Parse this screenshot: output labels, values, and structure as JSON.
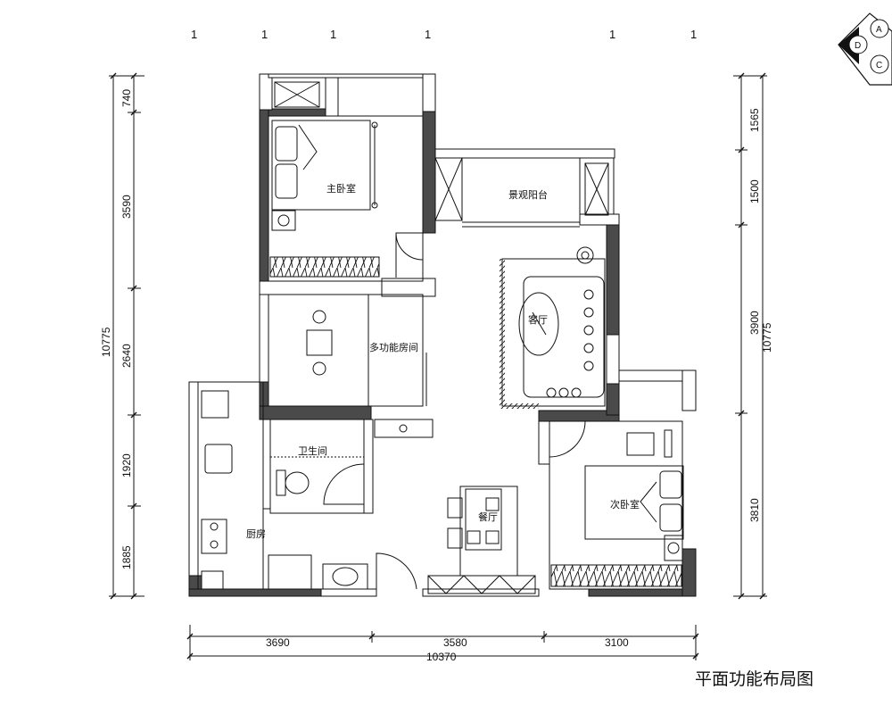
{
  "title": "平面功能布局图",
  "rooms": {
    "master_bedroom": "主卧室",
    "landscape_balcony": "景观阳台",
    "living_room": "客厅",
    "multi_function": "多功能房间",
    "bathroom": "卫生间",
    "kitchen": "厨房",
    "dining": "餐厅",
    "second_bedroom": "次卧室"
  },
  "dimensions": {
    "left": [
      "740",
      "3590",
      "2640",
      "1920",
      "1885"
    ],
    "left_total": "10775",
    "right": [
      "1565",
      "1500",
      "3900",
      "3810"
    ],
    "right_total": "10775",
    "bottom": [
      "3690",
      "3580",
      "3100"
    ],
    "bottom_total": "10370"
  },
  "top_marks": [
    "1",
    "1",
    "1",
    "1",
    "1",
    "1"
  ],
  "compass": {
    "labels": [
      "D",
      "A",
      "C"
    ]
  },
  "colors": {
    "wall_fill": "#4a4a4a",
    "line": "#111111"
  }
}
